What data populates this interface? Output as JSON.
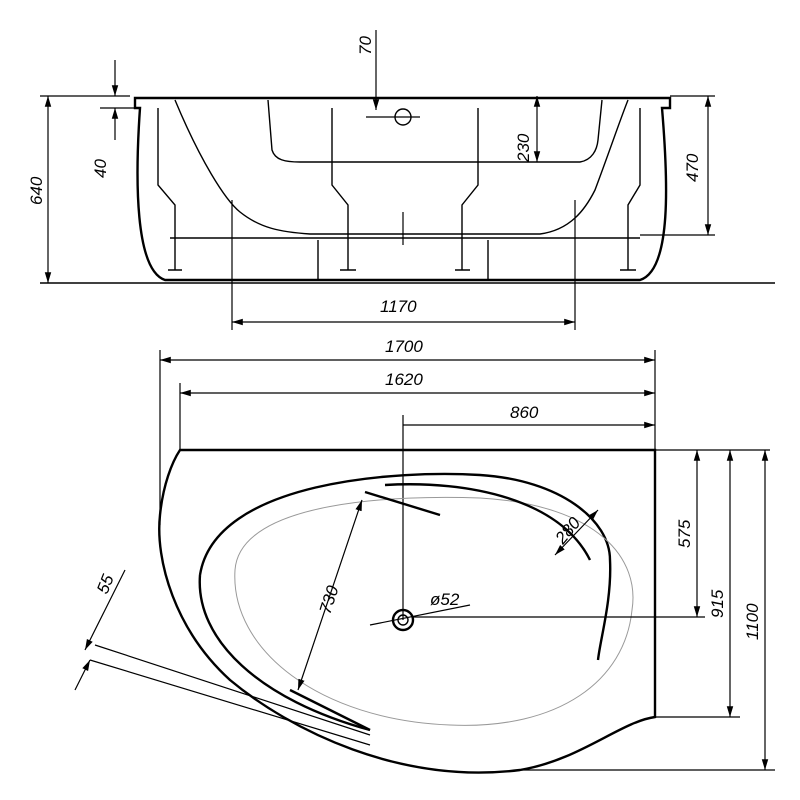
{
  "side_view": {
    "dim_top_offset": "70",
    "dim_rim": "40",
    "dim_height": "640",
    "dim_step_depth": "230",
    "dim_basin_depth": "470",
    "dim_bottom_length": "1170"
  },
  "plan_view": {
    "dim_length": "1700",
    "dim_inner_length": "1620",
    "dim_drain_offset_x": "860",
    "dim_drain_offset_y": "575",
    "dim_short_width": "915",
    "dim_width": "1100",
    "dim_armrest": "280",
    "dim_basin_width": "730",
    "dim_drain_diameter": "ø52",
    "dim_edge": "55"
  }
}
